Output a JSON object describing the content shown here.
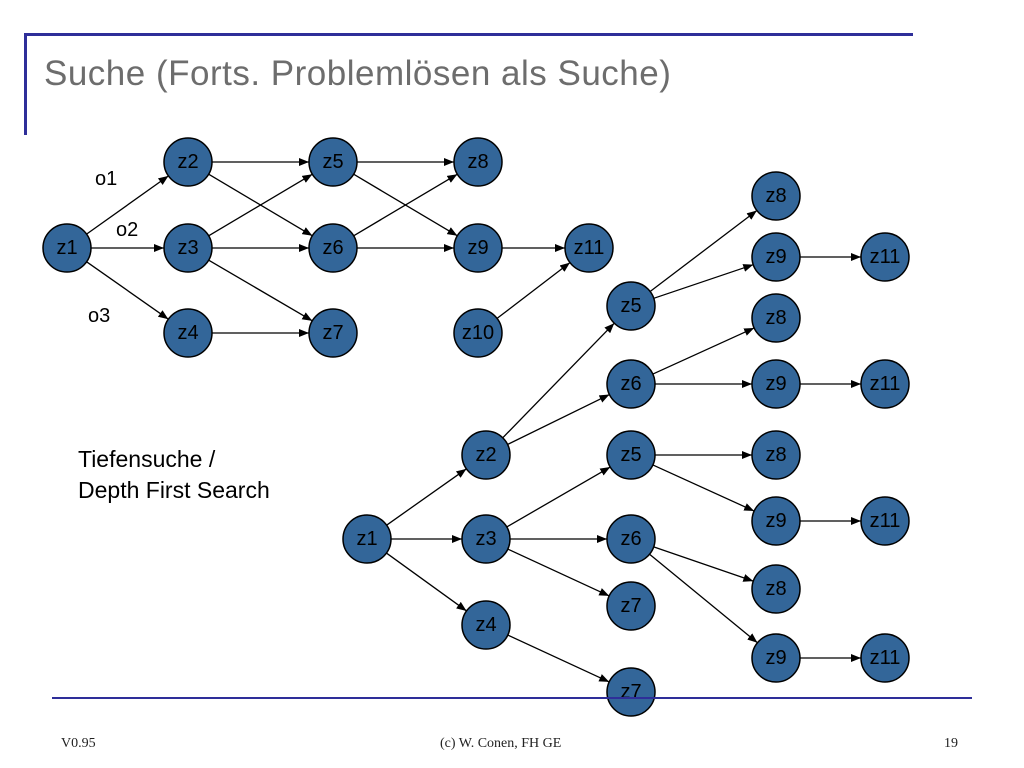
{
  "slide": {
    "title": "Suche (Forts. Problemlösen als Suche)",
    "caption_line1": "Tiefensuche /",
    "caption_line2": "Depth First Search",
    "footer_left": "V0.95",
    "footer_center": "(c) W. Conen, FH GE",
    "footer_right": "19"
  },
  "colors": {
    "node_fill": "#336699",
    "frame": "#2e2e99",
    "title_text": "#6d6d6d"
  },
  "state_graph": {
    "nodes": [
      {
        "id": "z1",
        "label": "z1"
      },
      {
        "id": "z2",
        "label": "z2"
      },
      {
        "id": "z3",
        "label": "z3"
      },
      {
        "id": "z4",
        "label": "z4"
      },
      {
        "id": "z5",
        "label": "z5"
      },
      {
        "id": "z6",
        "label": "z6"
      },
      {
        "id": "z7",
        "label": "z7"
      },
      {
        "id": "z8",
        "label": "z8"
      },
      {
        "id": "z9",
        "label": "z9"
      },
      {
        "id": "z10",
        "label": "z10"
      },
      {
        "id": "z11",
        "label": "z11"
      }
    ],
    "edges": [
      {
        "from": "z1",
        "to": "z2",
        "label": "o1"
      },
      {
        "from": "z1",
        "to": "z3",
        "label": "o2"
      },
      {
        "from": "z1",
        "to": "z4",
        "label": "o3"
      },
      {
        "from": "z2",
        "to": "z5"
      },
      {
        "from": "z2",
        "to": "z6"
      },
      {
        "from": "z3",
        "to": "z5"
      },
      {
        "from": "z3",
        "to": "z6"
      },
      {
        "from": "z3",
        "to": "z7"
      },
      {
        "from": "z4",
        "to": "z7"
      },
      {
        "from": "z5",
        "to": "z8"
      },
      {
        "from": "z5",
        "to": "z9"
      },
      {
        "from": "z6",
        "to": "z8"
      },
      {
        "from": "z6",
        "to": "z9"
      },
      {
        "from": "z9",
        "to": "z11"
      },
      {
        "from": "z10",
        "to": "z11"
      }
    ]
  },
  "search_tree": {
    "nodes": [
      {
        "id": "t1",
        "label": "z1"
      },
      {
        "id": "t2",
        "label": "z2"
      },
      {
        "id": "t3",
        "label": "z3"
      },
      {
        "id": "t4",
        "label": "z4"
      },
      {
        "id": "t5",
        "label": "z5"
      },
      {
        "id": "t6",
        "label": "z6"
      },
      {
        "id": "t7",
        "label": "z8"
      },
      {
        "id": "t8",
        "label": "z9"
      },
      {
        "id": "t9",
        "label": "z11"
      },
      {
        "id": "t10",
        "label": "z8"
      },
      {
        "id": "t11",
        "label": "z9"
      },
      {
        "id": "t12",
        "label": "z11"
      },
      {
        "id": "t13",
        "label": "z5"
      },
      {
        "id": "t14",
        "label": "z6"
      },
      {
        "id": "t15",
        "label": "z7"
      },
      {
        "id": "t16",
        "label": "z8"
      },
      {
        "id": "t17",
        "label": "z9"
      },
      {
        "id": "t18",
        "label": "z11"
      },
      {
        "id": "t19",
        "label": "z8"
      },
      {
        "id": "t20",
        "label": "z9"
      },
      {
        "id": "t21",
        "label": "z11"
      },
      {
        "id": "t22",
        "label": "z7"
      }
    ],
    "edges": [
      {
        "from": "t1",
        "to": "t2"
      },
      {
        "from": "t1",
        "to": "t3"
      },
      {
        "from": "t1",
        "to": "t4"
      },
      {
        "from": "t2",
        "to": "t5"
      },
      {
        "from": "t2",
        "to": "t6"
      },
      {
        "from": "t5",
        "to": "t7"
      },
      {
        "from": "t5",
        "to": "t8"
      },
      {
        "from": "t8",
        "to": "t9"
      },
      {
        "from": "t6",
        "to": "t10"
      },
      {
        "from": "t6",
        "to": "t11"
      },
      {
        "from": "t11",
        "to": "t12"
      },
      {
        "from": "t3",
        "to": "t13"
      },
      {
        "from": "t3",
        "to": "t14"
      },
      {
        "from": "t3",
        "to": "t15"
      },
      {
        "from": "t13",
        "to": "t16"
      },
      {
        "from": "t13",
        "to": "t17"
      },
      {
        "from": "t17",
        "to": "t18"
      },
      {
        "from": "t14",
        "to": "t19"
      },
      {
        "from": "t14",
        "to": "t20"
      },
      {
        "from": "t20",
        "to": "t21"
      },
      {
        "from": "t4",
        "to": "t22"
      }
    ]
  }
}
